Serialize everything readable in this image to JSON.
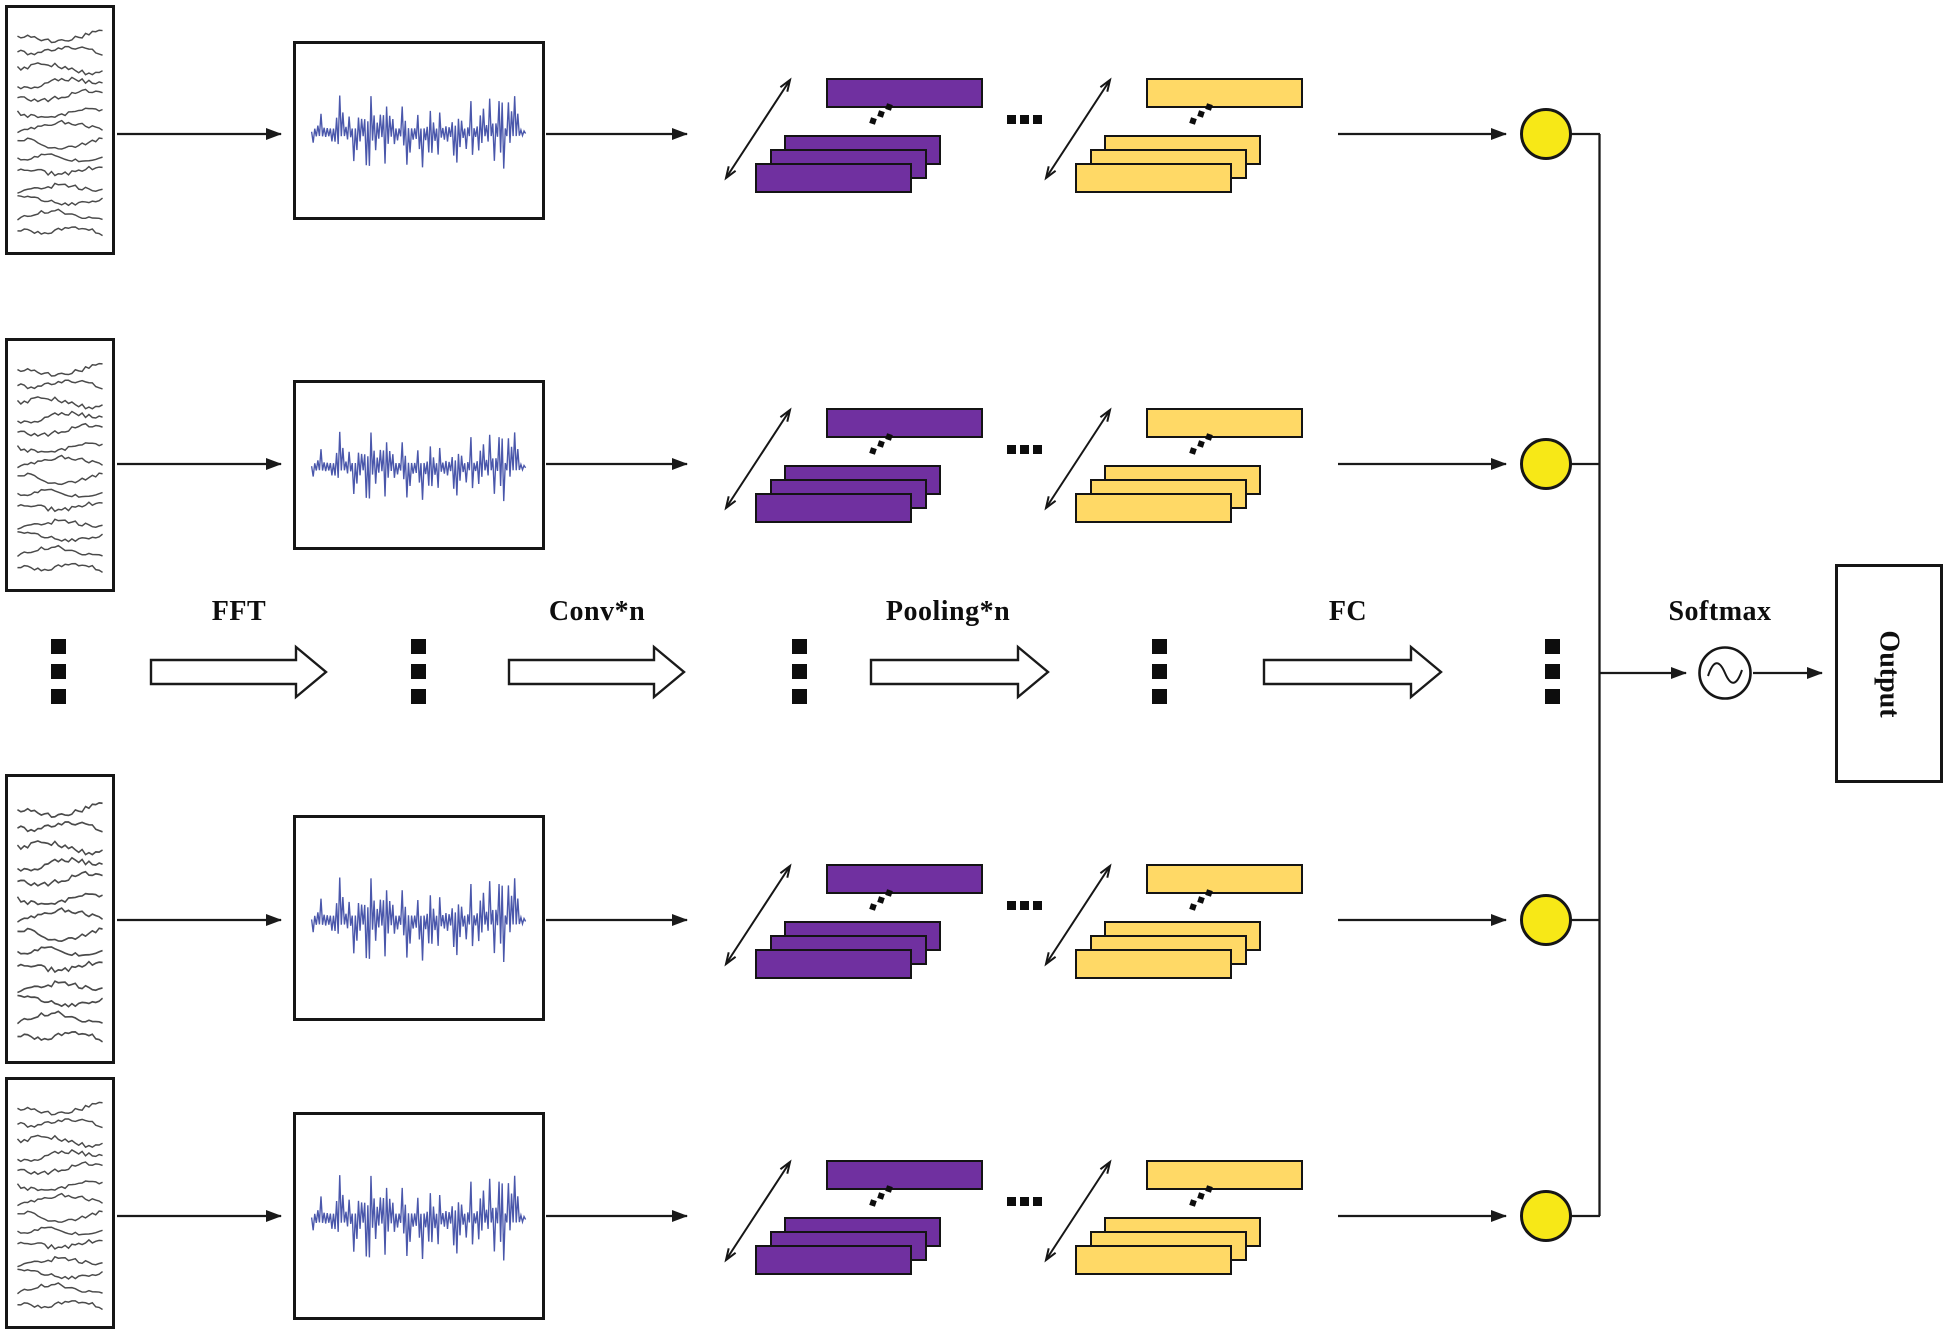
{
  "figure": {
    "description": "CNN classification pipeline over multi-channel EEG segments",
    "row_count": 4,
    "eeg_channels_per_segment": 14,
    "stages": [
      {
        "label": "FFT"
      },
      {
        "label": "Conv*n"
      },
      {
        "label": "Pooling*n"
      },
      {
        "label": "FC"
      },
      {
        "label": "Softmax"
      }
    ],
    "output_label": "Output",
    "ellipsis": "...",
    "feature_maps_visible_per_group": 4
  },
  "colors": {
    "conv_map_purple": "#7030A0",
    "pool_map_yellow": "#FFD966",
    "fc_node_yellow": "#F7E817",
    "spectrum_blue": "#4a57ab",
    "eeg_trace_gray": "#4a4a4a",
    "line_black": "#1a1a1a"
  }
}
